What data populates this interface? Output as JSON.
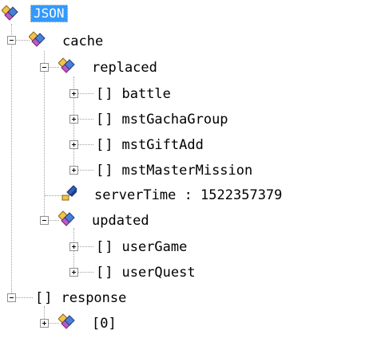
{
  "tree": {
    "root": {
      "label": "JSON",
      "icon": "object-icon"
    },
    "cache": {
      "label": "cache",
      "icon": "object-icon"
    },
    "replaced": {
      "label": "replaced",
      "icon": "object-icon"
    },
    "replaced_items": [
      {
        "label": "battle",
        "icon": "array-brackets-icon"
      },
      {
        "label": "mstGachaGroup",
        "icon": "array-brackets-icon"
      },
      {
        "label": "mstGiftAdd",
        "icon": "array-brackets-icon"
      },
      {
        "label": "mstMasterMission",
        "icon": "array-brackets-icon"
      }
    ],
    "serverTime": {
      "label": "serverTime : 1522357379",
      "icon": "value-icon"
    },
    "updated": {
      "label": "updated",
      "icon": "object-icon"
    },
    "updated_items": [
      {
        "label": "userGame",
        "icon": "array-brackets-icon"
      },
      {
        "label": "userQuest",
        "icon": "array-brackets-icon"
      }
    ],
    "response": {
      "label": "response",
      "icon": "array-brackets-icon"
    },
    "response_items": [
      {
        "label": "[0]",
        "icon": "object-icon"
      }
    ],
    "bracket_glyph": "[]"
  },
  "colors": {
    "selection": "#3399ff",
    "tree_lines": "#a0a0a0",
    "object_icon_gold": "#f2c14e",
    "object_icon_blue": "#4a7fd8",
    "object_icon_magenta": "#c256c9"
  }
}
